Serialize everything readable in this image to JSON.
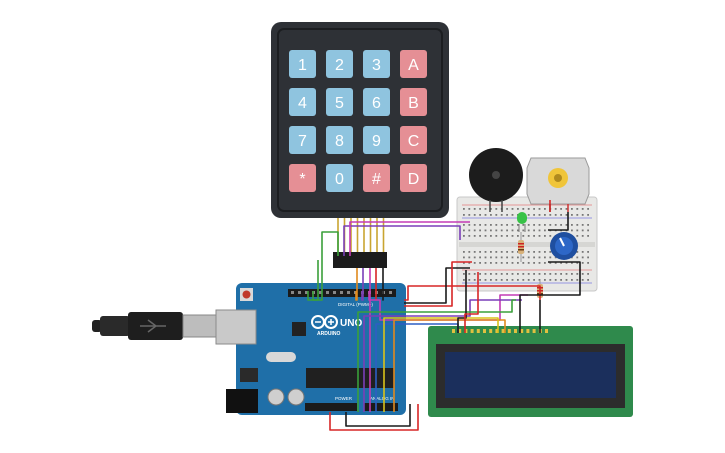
{
  "keypad": {
    "rows": [
      [
        {
          "label": "1",
          "kind": "num"
        },
        {
          "label": "2",
          "kind": "num"
        },
        {
          "label": "3",
          "kind": "num"
        },
        {
          "label": "A",
          "kind": "fn"
        }
      ],
      [
        {
          "label": "4",
          "kind": "num"
        },
        {
          "label": "5",
          "kind": "num"
        },
        {
          "label": "6",
          "kind": "num"
        },
        {
          "label": "B",
          "kind": "fn"
        }
      ],
      [
        {
          "label": "7",
          "kind": "num"
        },
        {
          "label": "8",
          "kind": "num"
        },
        {
          "label": "9",
          "kind": "num"
        },
        {
          "label": "C",
          "kind": "fn"
        }
      ],
      [
        {
          "label": "*",
          "kind": "fn"
        },
        {
          "label": "0",
          "kind": "num"
        },
        {
          "label": "#",
          "kind": "fn"
        },
        {
          "label": "D",
          "kind": "fn"
        }
      ]
    ]
  },
  "arduino": {
    "brand": "ARDUINO",
    "model": "UNO",
    "digital_label": "DIGITAL (PWM~)",
    "power_label": "POWER",
    "analog_label": "ANALOG IN"
  },
  "colors": {
    "board": "#1f6fa8",
    "keypad_frame": "#2e3136",
    "num_key": "#8fc4df",
    "fn_key": "#e58f95",
    "lcd_pcb": "#2f8a4c",
    "lcd_screen": "#1b2f5c",
    "breadboard": "#e8e8e6",
    "wire_red": "#d72626",
    "wire_black": "#1a1a1a",
    "wire_green": "#3aa03a",
    "wire_magenta": "#c43bb5",
    "wire_purple": "#7a3fb8",
    "wire_orange": "#e08a1e",
    "wire_yellow": "#d9c21a",
    "wire_blue": "#2d5fc4"
  }
}
